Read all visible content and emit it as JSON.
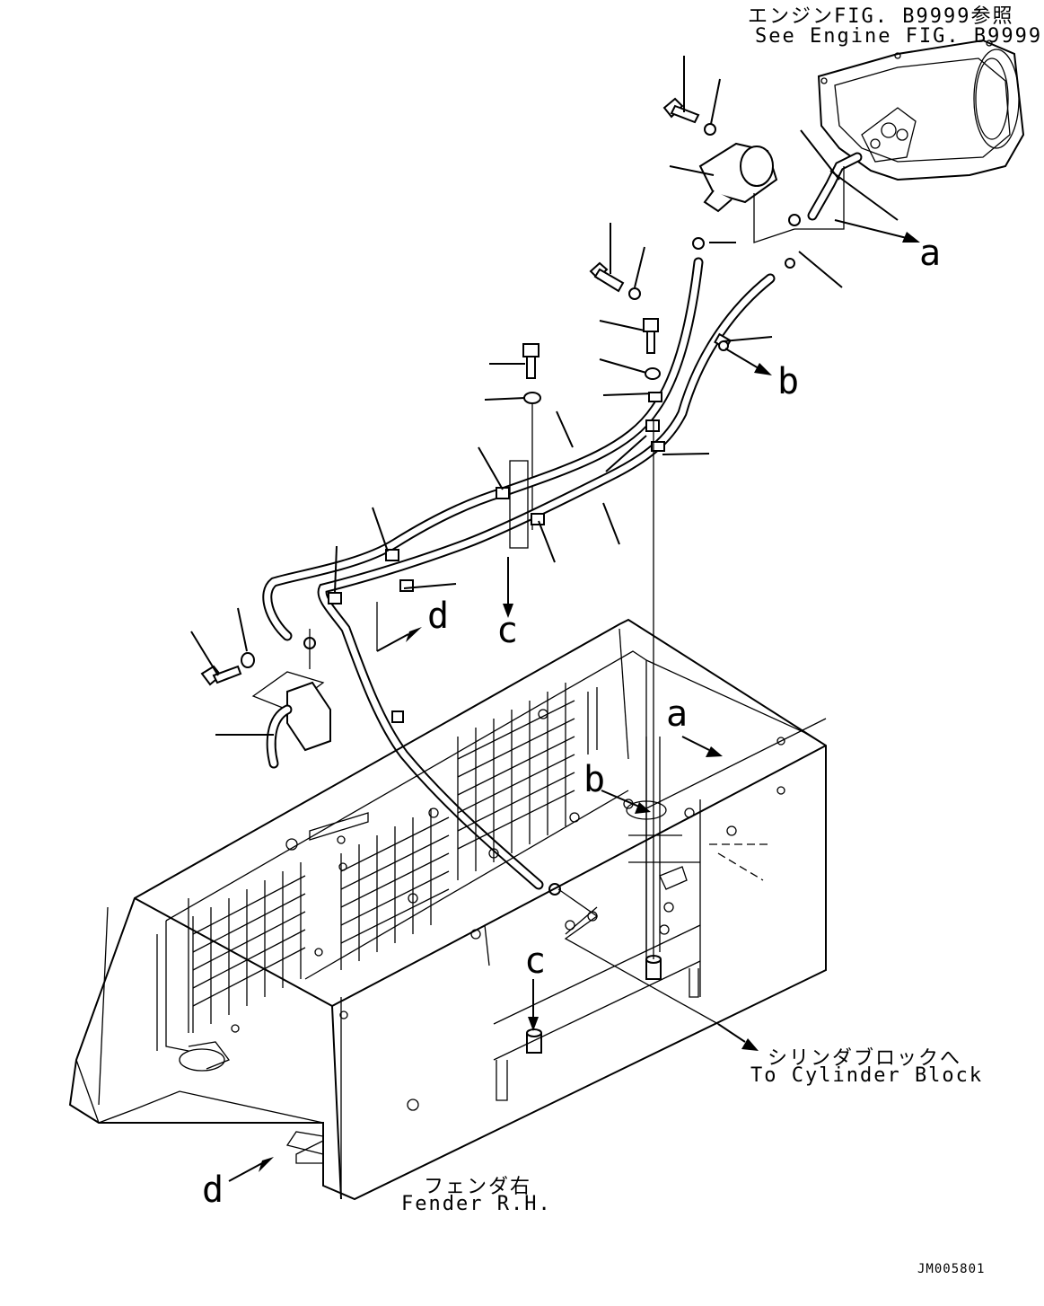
{
  "references": {
    "engine_ref_jp": "エンジンFIG. B9999参照",
    "engine_ref_en": "See Engine FIG. B9999",
    "cylinder_jp": "シリンダブロックへ",
    "cylinder_en": "To Cylinder Block",
    "fender_jp": "フェンダ右",
    "fender_en": "Fender R.H."
  },
  "markers": {
    "a_top": "a",
    "b_top": "b",
    "c_top": "c",
    "d_top": "d",
    "a_low": "a",
    "b_low": "b",
    "c_low": "c",
    "d_low": "d"
  },
  "drawing_id": "JM005801"
}
